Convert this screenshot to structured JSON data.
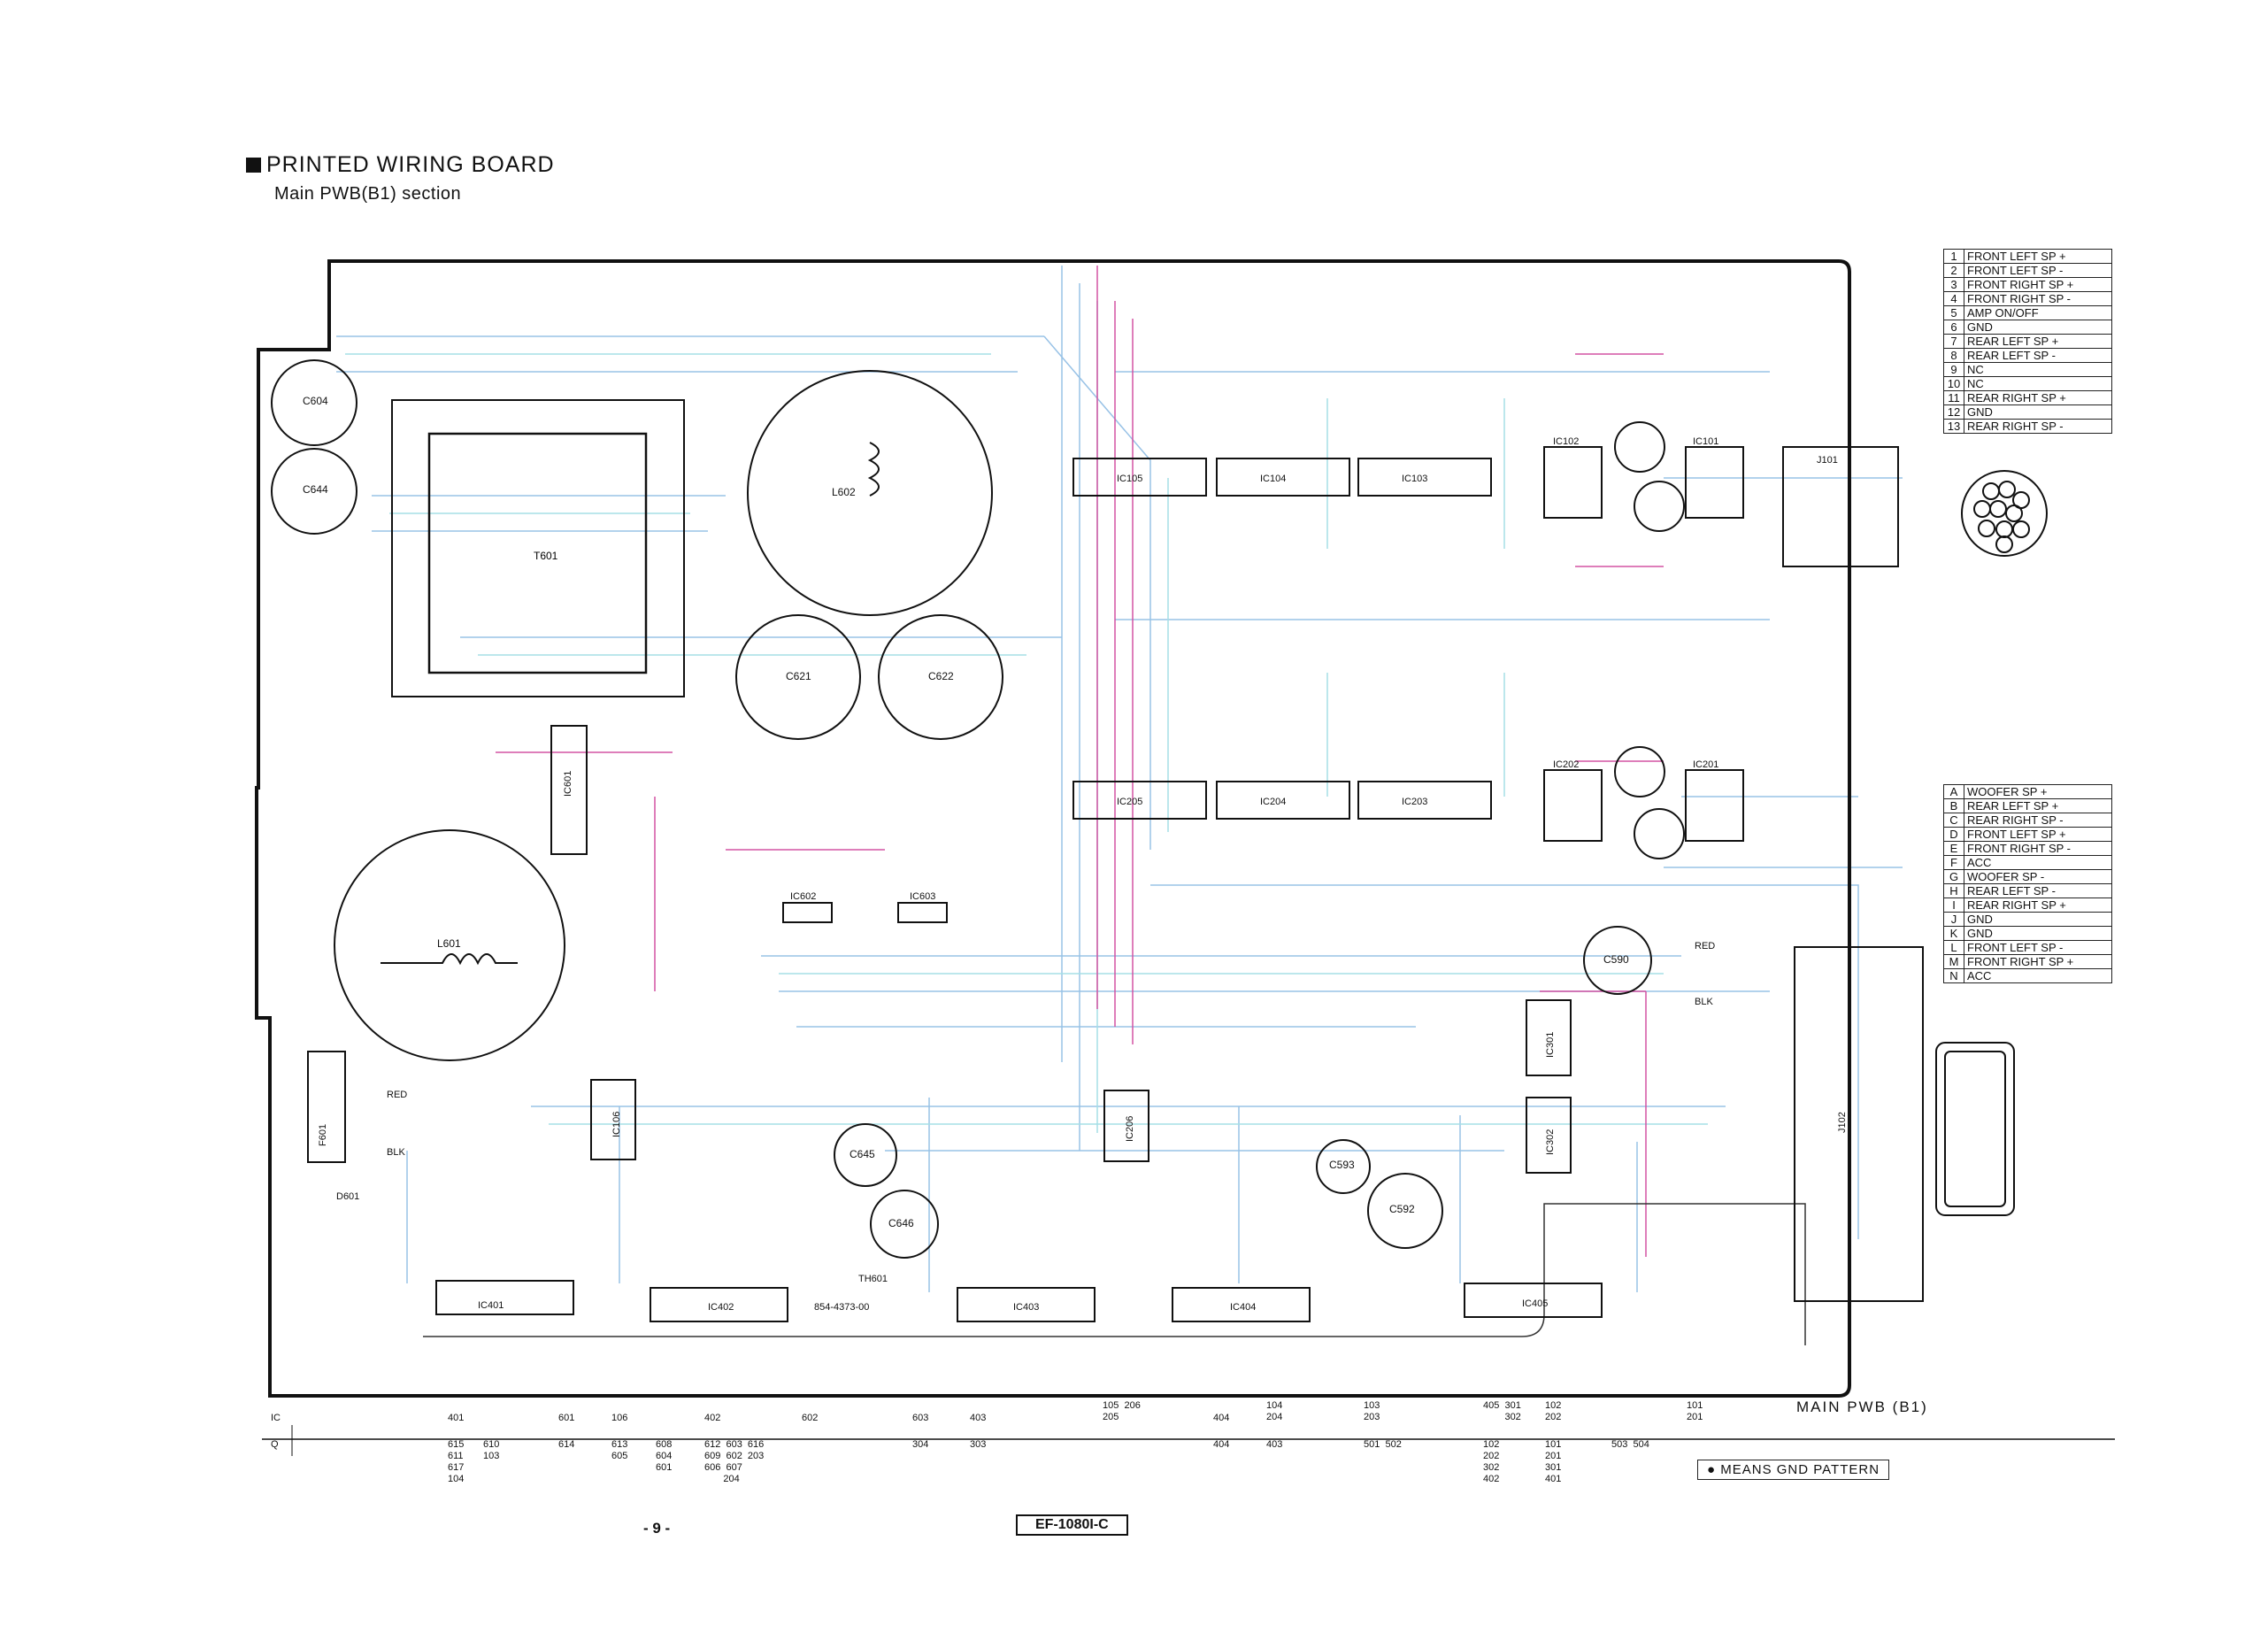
{
  "header": {
    "title": "PRINTED WIRING BOARD",
    "subtitle": "Main PWB(B1) section"
  },
  "board": {
    "name": "MAIN PWB (B1)",
    "pcb_code": "854-4373-00",
    "gnd_note": "MEANS GND PATTERN",
    "page_number": "- 9 -",
    "model": "EF-1080I-C",
    "connectors": [
      "J101",
      "J102"
    ],
    "wire_labels": [
      "RED",
      "BLK"
    ],
    "colors": {
      "trace_magenta": "#c8288c",
      "trace_blue": "#7fb3e0",
      "trace_cyan": "#8fd8e0",
      "outline": "#111111"
    }
  },
  "j101_pins": [
    {
      "no": "1",
      "name": "FRONT LEFT SP +"
    },
    {
      "no": "2",
      "name": "FRONT LEFT SP -"
    },
    {
      "no": "3",
      "name": "FRONT RIGHT SP +"
    },
    {
      "no": "4",
      "name": "FRONT RIGHT SP -"
    },
    {
      "no": "5",
      "name": "AMP ON/OFF"
    },
    {
      "no": "6",
      "name": "GND"
    },
    {
      "no": "7",
      "name": "REAR LEFT SP +"
    },
    {
      "no": "8",
      "name": "REAR LEFT SP -"
    },
    {
      "no": "9",
      "name": "NC"
    },
    {
      "no": "10",
      "name": "NC"
    },
    {
      "no": "11",
      "name": "REAR RIGHT SP +"
    },
    {
      "no": "12",
      "name": "GND"
    },
    {
      "no": "13",
      "name": "REAR RIGHT SP -"
    }
  ],
  "j102_pins": [
    {
      "no": "A",
      "name": "WOOFER SP +"
    },
    {
      "no": "B",
      "name": "REAR LEFT SP +"
    },
    {
      "no": "C",
      "name": "REAR RIGHT SP -"
    },
    {
      "no": "D",
      "name": "FRONT LEFT SP +"
    },
    {
      "no": "E",
      "name": "FRONT RIGHT SP -"
    },
    {
      "no": "F",
      "name": "ACC"
    },
    {
      "no": "G",
      "name": "WOOFER SP -"
    },
    {
      "no": "H",
      "name": "REAR LEFT SP -"
    },
    {
      "no": "I",
      "name": "REAR RIGHT SP +"
    },
    {
      "no": "J",
      "name": "GND"
    },
    {
      "no": "K",
      "name": "GND"
    },
    {
      "no": "L",
      "name": "FRONT LEFT SP -"
    },
    {
      "no": "M",
      "name": "FRONT RIGHT SP +"
    },
    {
      "no": "N",
      "name": "ACC"
    }
  ],
  "ic_list": [
    {
      "ref": "IC105",
      "label": "IC105"
    },
    {
      "ref": "IC104",
      "label": "IC104"
    },
    {
      "ref": "IC103",
      "label": "IC103"
    },
    {
      "ref": "IC205",
      "label": "IC205"
    },
    {
      "ref": "IC204",
      "label": "IC204"
    },
    {
      "ref": "IC203",
      "label": "IC203"
    },
    {
      "ref": "IC102",
      "label": "IC102"
    },
    {
      "ref": "IC101",
      "label": "IC101"
    },
    {
      "ref": "IC202",
      "label": "IC202"
    },
    {
      "ref": "IC201",
      "label": "IC201"
    },
    {
      "ref": "IC601",
      "label": "IC601"
    },
    {
      "ref": "IC602",
      "label": "IC602"
    },
    {
      "ref": "IC603",
      "label": "IC603"
    },
    {
      "ref": "IC106",
      "label": "IC106"
    },
    {
      "ref": "IC206",
      "label": "IC206"
    },
    {
      "ref": "IC301",
      "label": "IC301"
    },
    {
      "ref": "IC302",
      "label": "IC302"
    },
    {
      "ref": "IC401",
      "label": "IC401"
    },
    {
      "ref": "IC402",
      "label": "IC402"
    },
    {
      "ref": "IC403",
      "label": "IC403"
    },
    {
      "ref": "IC404",
      "label": "IC404"
    },
    {
      "ref": "IC405",
      "label": "IC405"
    }
  ],
  "major_parts": [
    "T601",
    "L601",
    "L602",
    "F601",
    "D601",
    "C621",
    "C622",
    "C604",
    "C644",
    "C590",
    "C592",
    "C593",
    "C645",
    "C646",
    "TH601"
  ],
  "index_table": {
    "ic_header": "IC",
    "q_header": "Q",
    "ic_columns": [
      {
        "ic": "401",
        "q": "615\n611\n617\n104"
      },
      {
        "ic": "",
        "q": "610\n103"
      },
      {
        "ic": "601",
        "q": "614"
      },
      {
        "ic": "106",
        "q": "613\n605"
      },
      {
        "ic": "",
        "q": "608\n604\n601"
      },
      {
        "ic": "402",
        "q": "612  603  616\n609  602  203\n606  607\n       204"
      },
      {
        "ic": "602",
        "q": ""
      },
      {
        "ic": "603",
        "q": "304"
      },
      {
        "ic": "403",
        "q": "303"
      },
      {
        "ic": "105  206\n205",
        "q": ""
      },
      {
        "ic": "404",
        "q": "404"
      },
      {
        "ic": "104\n204",
        "q": "403"
      },
      {
        "ic": "103\n203",
        "q": "501  502"
      },
      {
        "ic": "405  301\n        302",
        "q": "102\n202\n302\n402"
      },
      {
        "ic": "102\n202",
        "q": "101\n201\n301\n401"
      },
      {
        "ic": "",
        "q": "503  504"
      },
      {
        "ic": "101\n201",
        "q": ""
      }
    ]
  }
}
